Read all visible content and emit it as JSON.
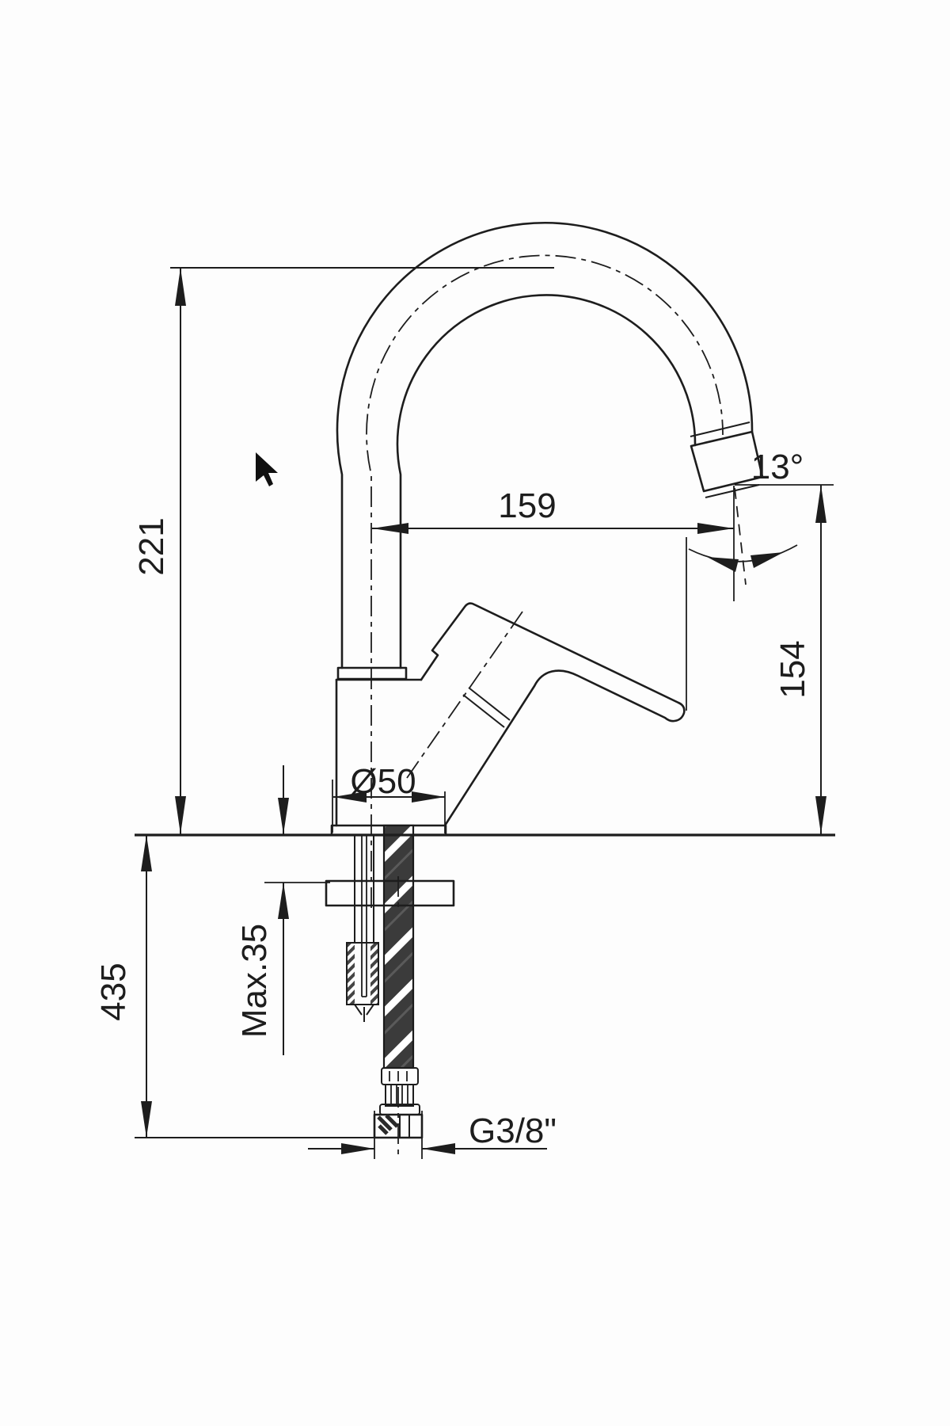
{
  "page": {
    "background": "#fdfdfd",
    "line_color": "#1d1d1d"
  },
  "drawing": {
    "type": "technical-dimension-diagram",
    "subject": "single-lever-faucet-side-elevation",
    "dimensions": {
      "total_height": "221",
      "spout_reach": "159",
      "outlet_angle": "13°",
      "outlet_height": "154",
      "base_diameter": "Ø50",
      "max_deck_thickness": "Max.35",
      "below_deck_length": "435",
      "thread": "G3/8\""
    }
  }
}
